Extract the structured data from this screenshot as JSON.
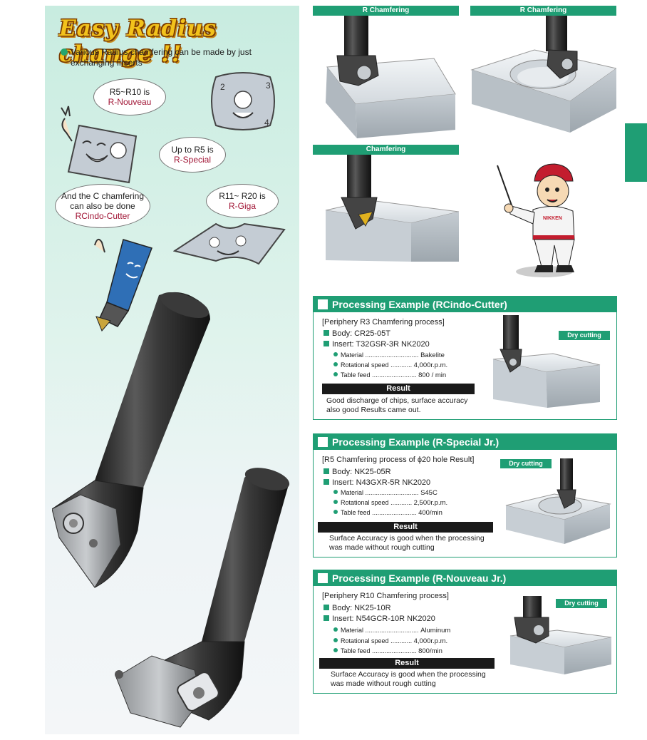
{
  "left": {
    "title": "Easy Radius change !!",
    "intro_line1": "Various Radius chamfering can be made by just",
    "intro_line2": "exchanging Inserts",
    "bubble_nouveau": {
      "line1": "R5~R10 is",
      "line2": "R-Nouveau"
    },
    "bubble_special": {
      "line1": "Up to R5 is",
      "line2": "R-Special"
    },
    "bubble_rcindo": {
      "line1": "And the C chamfering",
      "line2": "can also be done",
      "line3": "RCindo-Cutter"
    },
    "bubble_giga": {
      "line1": "R11~ R20 is",
      "line2": "R-Giga"
    }
  },
  "top_images": {
    "label_1": "R Chamfering",
    "label_2": "R Chamfering",
    "label_3": "Chamfering"
  },
  "mascot_badge": "NIKKEN",
  "ex1": {
    "title": "Processing Example (RCindo-Cutter)",
    "subtitle": "[Periphery R3 Chamfering process]",
    "body": "Body: CR25-05T",
    "insert": "Insert: T32GSR-3R NK2020",
    "params": [
      {
        "label": "Material",
        "dots": "..............................",
        "value": "Bakelite"
      },
      {
        "label": "Rotational speed",
        "dots": "............",
        "value": "4,000r.p.m."
      },
      {
        "label": "Table feed",
        "dots": ".........................",
        "value": "800 / min"
      }
    ],
    "result_label": "Result",
    "result_line1": "Good discharge of chips, surface accuracy",
    "result_line2": "also good Results came out.",
    "dry": "Dry cutting"
  },
  "ex2": {
    "title": "Processing Example (R-Special Jr.)",
    "subtitle": "[R5 Chamfering process of ϕ20 hole Result]",
    "body": "Body: NK25-05R",
    "insert": "Insert: N43GXR-5R NK2020",
    "params": [
      {
        "label": "Material",
        "dots": "..............................",
        "value": "S45C"
      },
      {
        "label": "Rotational speed",
        "dots": "............",
        "value": "2,500r.p.m."
      },
      {
        "label": "Table feed",
        "dots": ".........................",
        "value": "400/min"
      }
    ],
    "result_label": "Result",
    "result_line1": "Surface Accuracy is good when the processing",
    "result_line2": "was made without rough cutting",
    "dry": "Dry cutting"
  },
  "ex3": {
    "title": "Processing Example (R-Nouveau Jr.)",
    "subtitle": "[Periphery R10 Chamfering process]",
    "body": "Body: NK25-10R",
    "insert": "Insert: N54GCR-10R NK2020",
    "params": [
      {
        "label": "Material",
        "dots": "..............................",
        "value": "Aluminum"
      },
      {
        "label": "Rotational speed",
        "dots": "............",
        "value": "4,000r.p.m."
      },
      {
        "label": "Table feed",
        "dots": ".........................",
        "value": "800/min"
      }
    ],
    "result_label": "Result",
    "result_line1": "Surface Accuracy is good when the processing",
    "result_line2": "was made without rough cutting",
    "dry": "Dry cutting"
  }
}
